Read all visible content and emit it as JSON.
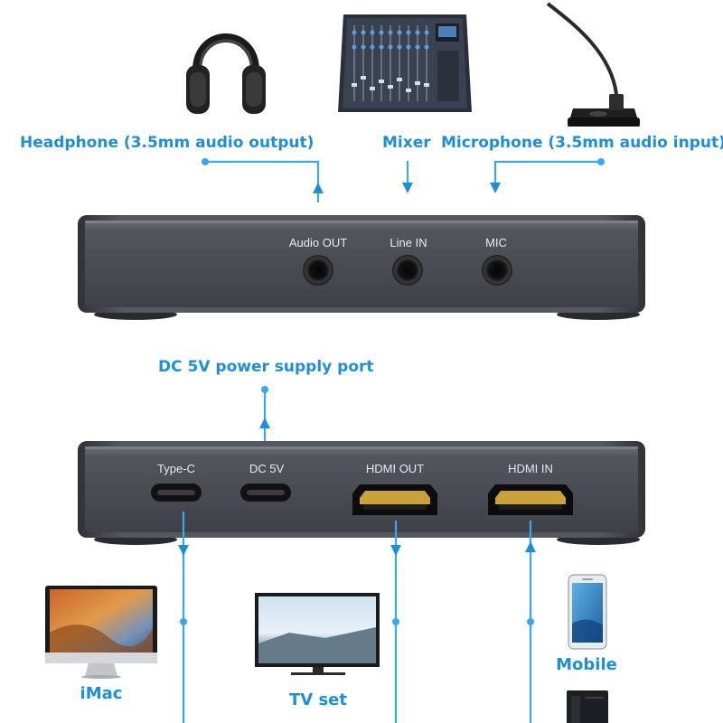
{
  "callouts": {
    "headphone": "Headphone (3.5mm audio output)",
    "mixer": "Mixer",
    "microphone": "Microphone (3.5mm audio input)",
    "power": "DC 5V power supply port"
  },
  "top_ports": {
    "audio_out": "Audio OUT",
    "line_in": "Line IN",
    "mic": "MIC"
  },
  "bottom_ports": {
    "type_c": "Type-C",
    "dc_5v": "DC 5V",
    "hdmi_out": "HDMI OUT",
    "hdmi_in": "HDMI IN"
  },
  "devices": {
    "imac": "iMac",
    "tv": "TV set",
    "mobile": "Mobile"
  },
  "colors": {
    "accent": "#1d8fd9",
    "device_body": "#4e5158"
  }
}
